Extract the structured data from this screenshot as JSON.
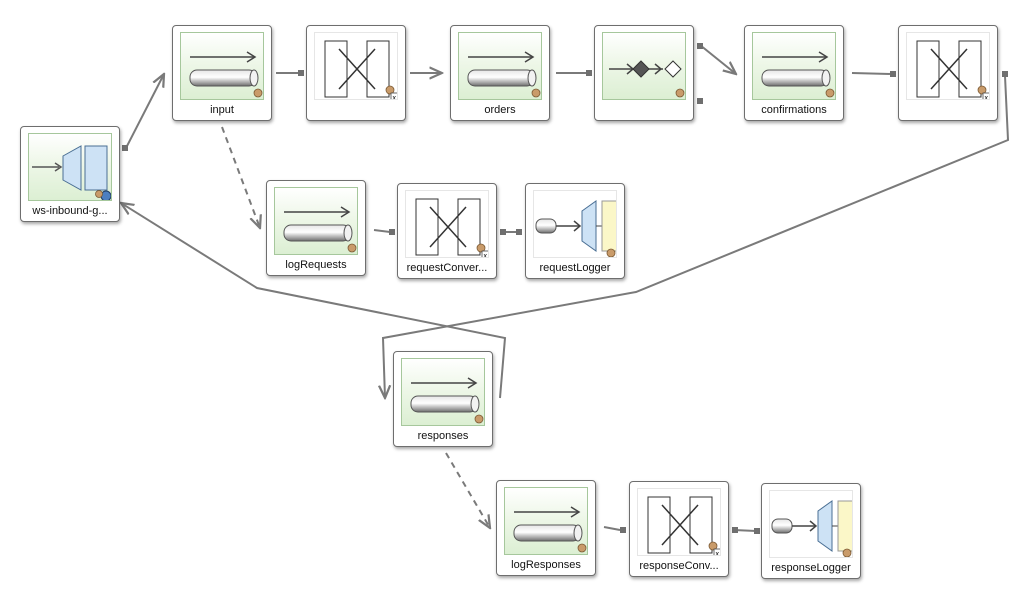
{
  "nodes": [
    {
      "id": "ws",
      "label": "ws-inbound-g...",
      "icon": "gateway-icon"
    },
    {
      "id": "input",
      "label": "input",
      "icon": "channel-icon"
    },
    {
      "id": "t1",
      "label": "",
      "icon": "transformer-icon"
    },
    {
      "id": "orders",
      "label": "orders",
      "icon": "channel-icon"
    },
    {
      "id": "router",
      "label": "",
      "icon": "router-icon"
    },
    {
      "id": "confirmations",
      "label": "confirmations",
      "icon": "channel-icon"
    },
    {
      "id": "t2",
      "label": "",
      "icon": "transformer-icon"
    },
    {
      "id": "logRequests",
      "label": "logRequests",
      "icon": "channel-icon"
    },
    {
      "id": "requestConverter",
      "label": "requestConver...",
      "icon": "transformer-icon"
    },
    {
      "id": "requestLogger",
      "label": "requestLogger",
      "icon": "logger-icon"
    },
    {
      "id": "responses",
      "label": "responses",
      "icon": "channel-icon"
    },
    {
      "id": "logResponses",
      "label": "logResponses",
      "icon": "channel-icon"
    },
    {
      "id": "responseConverter",
      "label": "responseConv...",
      "icon": "transformer-icon"
    },
    {
      "id": "responseLogger",
      "label": "responseLogger",
      "icon": "logger-icon"
    }
  ],
  "edges": [
    {
      "from": "ws",
      "to": "input",
      "style": "solid"
    },
    {
      "from": "input",
      "to": "t1",
      "style": "solid"
    },
    {
      "from": "t1",
      "to": "orders",
      "style": "solid"
    },
    {
      "from": "orders",
      "to": "router",
      "style": "solid"
    },
    {
      "from": "router",
      "to": "confirmations",
      "style": "solid"
    },
    {
      "from": "confirmations",
      "to": "t2",
      "style": "solid"
    },
    {
      "from": "t2",
      "to": "responses",
      "style": "solid"
    },
    {
      "from": "responses",
      "to": "ws",
      "style": "solid"
    },
    {
      "from": "input",
      "to": "logRequests",
      "style": "dashed"
    },
    {
      "from": "logRequests",
      "to": "requestConverter",
      "style": "solid"
    },
    {
      "from": "requestConverter",
      "to": "requestLogger",
      "style": "solid"
    },
    {
      "from": "responses",
      "to": "logResponses",
      "style": "dashed"
    },
    {
      "from": "logResponses",
      "to": "responseConverter",
      "style": "solid"
    },
    {
      "from": "responseConverter",
      "to": "responseLogger",
      "style": "solid"
    }
  ],
  "colors": {
    "tile_border": "#a6c79c",
    "tile_fill": "#e3f2dc",
    "edge": "#7a7a7a",
    "gateway_blue": "#cde2f5",
    "logger_yellow": "#fbf7c8"
  }
}
